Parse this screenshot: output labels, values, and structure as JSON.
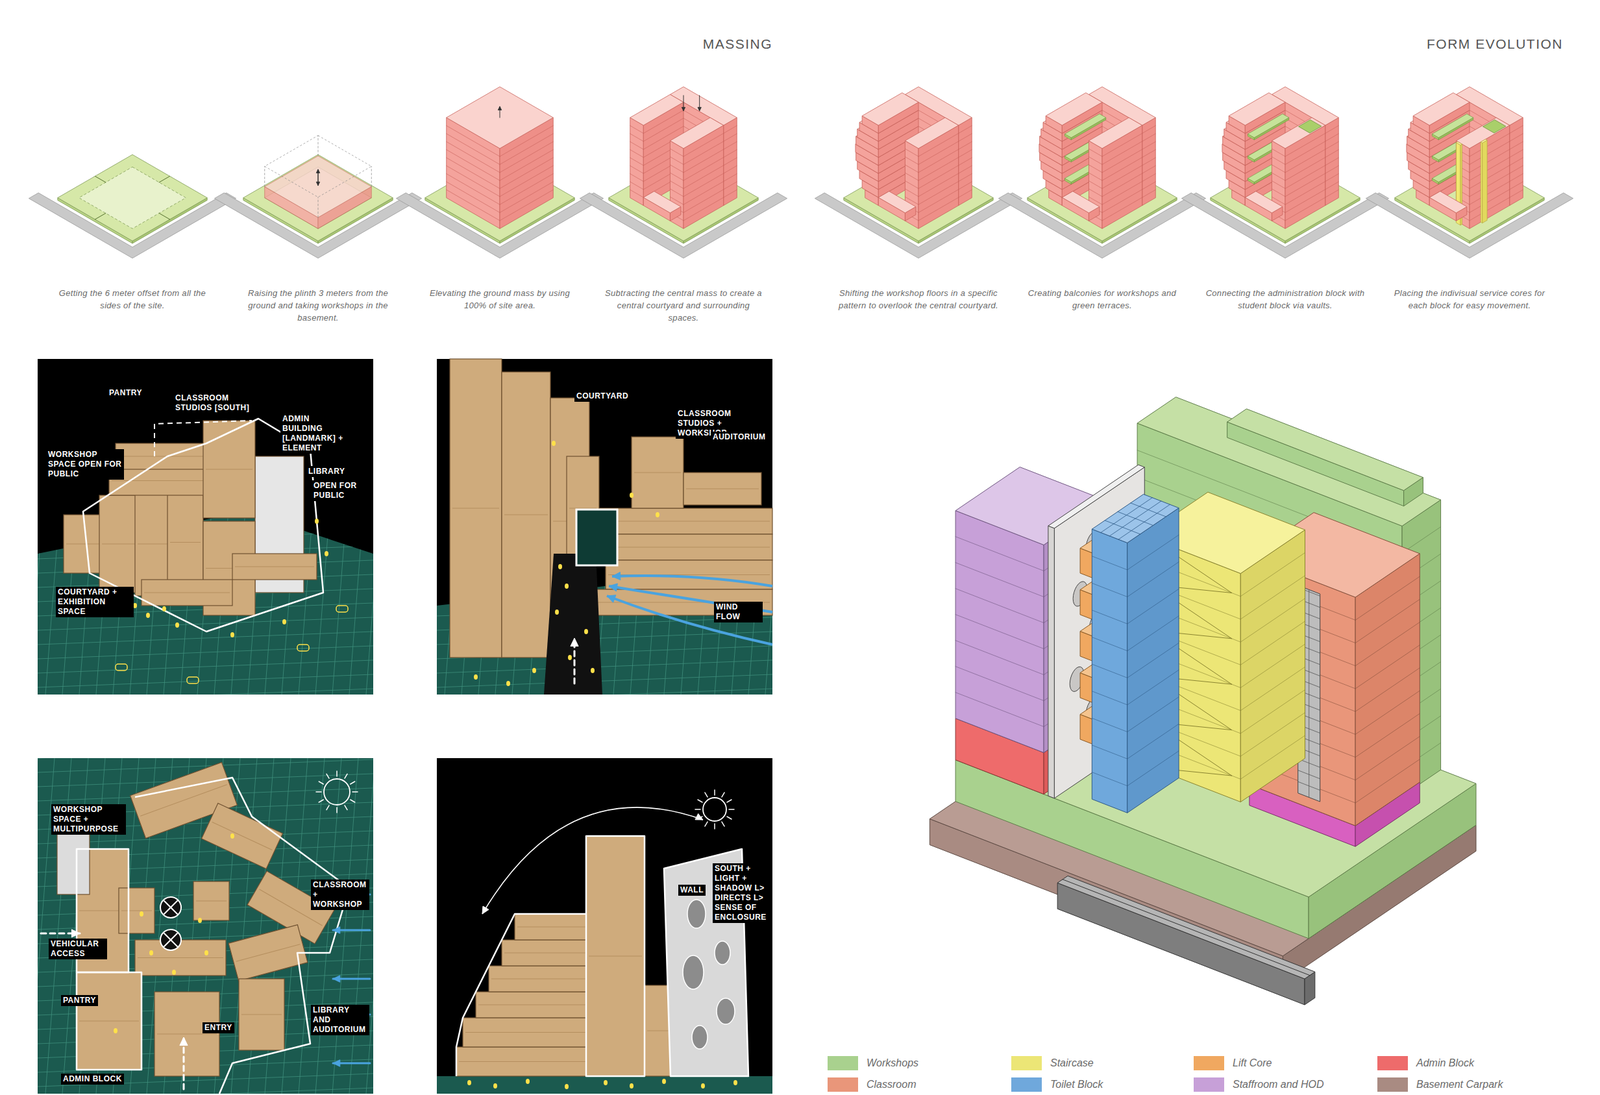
{
  "diagram": {
    "labels": [
      "MASSING",
      "FORM EVOLUTION",
      "Getting the 6 meter offset from all the sides of the site.",
      "Raising the plinth 3 meters from the ground and taking workshops in the basement.",
      "Elevating the ground mass by using 100% of site area.",
      "Subtracting the central mass to create a central courtyard and surrounding spaces.",
      "Shifting the workshop floors in a specific pattern to overlook the central courtyard.",
      "Creating balconies for workshops and green terraces.",
      "Connecting the administration block with student block via vaults.",
      "Placing the indivisual service cores for each block for easy movement.",
      "PANTRY",
      "CLASSROOM STUDIOS [SOUTH]",
      "ADMIN BUILDING [LANDMARK] + ELEMENT",
      "LIBRARY",
      "OPEN FOR PUBLIC",
      "WORKSHOP SPACE OPEN FOR PUBLIC",
      "COURTYARD + EXHIBITION SPACE",
      "COURTYARD",
      "CLASSROOM STUDIOS + WORKSHOP",
      "AUDITORIUM",
      "WIND FLOW",
      "WORKSHOP SPACE + MULTIPURPOSE",
      "CLASSROOM + WORKSHOP",
      "VEHICULAR ACCESS",
      "PANTRY",
      "ENTRY",
      "LIBRARY AND AUDITORIUM",
      "ADMIN BLOCK",
      "WALL",
      "SOUTH + LIGHT + SHADOW L> DIRECTS L> SENSE OF ENCLOSURE"
    ],
    "legend": [
      {
        "text": "Workshops",
        "color": "#a9d18e"
      },
      {
        "text": "Staircase",
        "color": "#ece676"
      },
      {
        "text": "Lift Core",
        "color": "#f0a860"
      },
      {
        "text": "Admin Block",
        "color": "#ee6b6b"
      },
      {
        "text": "Classroom",
        "color": "#e9967a"
      },
      {
        "text": "Toilet Block",
        "color": "#6fa8dc"
      },
      {
        "text": "Staffroom and HOD",
        "color": "#c7a0d8"
      },
      {
        "text": "Basement Carpark",
        "color": "#a98b82"
      }
    ]
  }
}
